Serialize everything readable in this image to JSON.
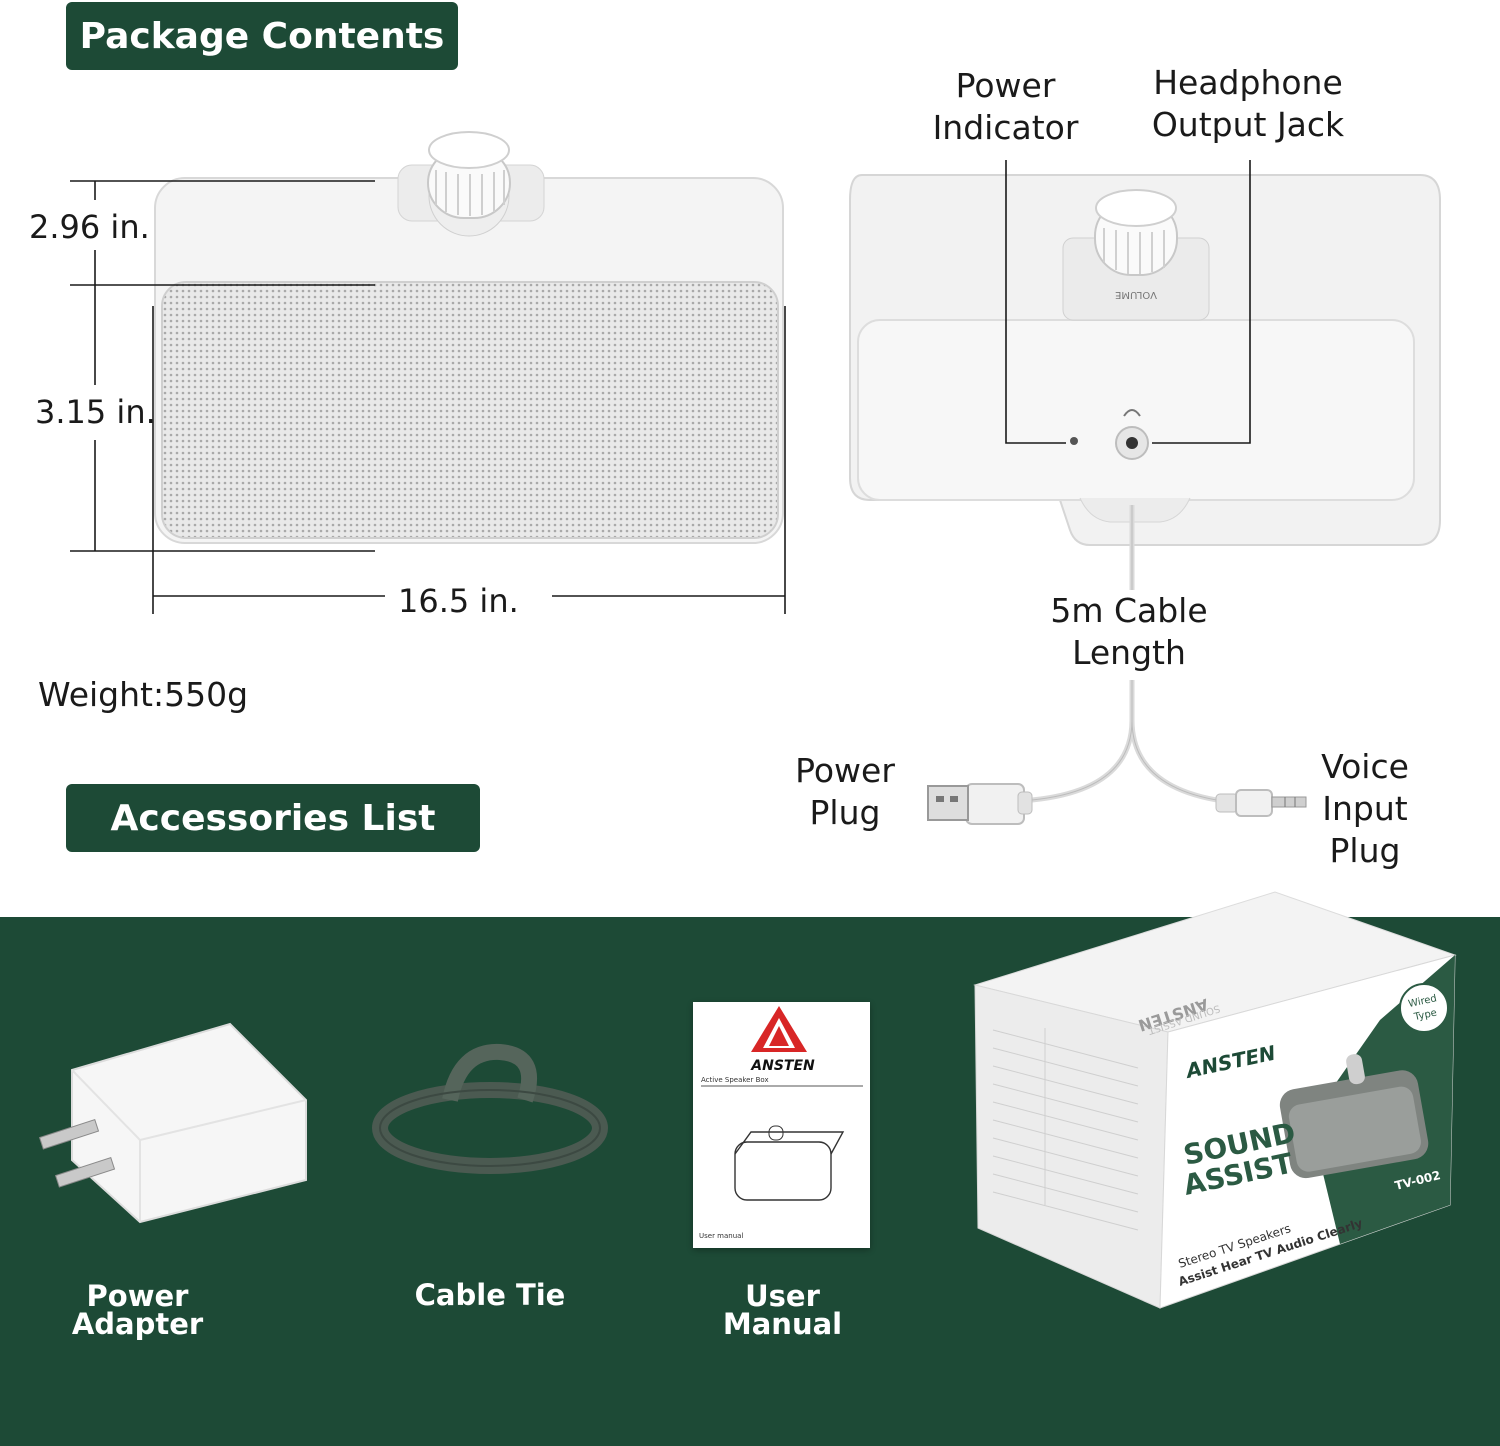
{
  "headers": {
    "package_contents": "Package Contents",
    "accessories_list": "Accessories List"
  },
  "dimensions": {
    "height_top": "2.96 in.",
    "height_front": "3.15 in.",
    "width": "16.5 in.",
    "weight": "Weight:550g"
  },
  "callouts": {
    "power_indicator": [
      "Power",
      "Indicator"
    ],
    "headphone_jack": [
      "Headphone",
      "Output Jack"
    ],
    "cable_length": [
      "5m Cable",
      "Length"
    ],
    "power_plug": [
      "Power",
      "Plug"
    ],
    "voice_input": [
      "Voice",
      "Input",
      "Plug"
    ]
  },
  "speaker": {
    "knob_label": "VOLUME"
  },
  "accessories": [
    {
      "label_lines": [
        "Power",
        "Adapter"
      ]
    },
    {
      "label_lines": [
        "Cable Tie"
      ]
    },
    {
      "label_lines": [
        "User",
        "Manual"
      ]
    }
  ],
  "manual": {
    "brand": "ANSTEN",
    "subtitle": "Active Speaker Box",
    "footer": "User manual"
  },
  "box": {
    "brand": "ANSTEN",
    "product_line1": "SOUND",
    "product_line2": "ASSIST",
    "badge_line1": "Wired",
    "badge_line2": "Type",
    "model": "TV-002",
    "tagline1": "Stereo TV Speakers",
    "tagline2": "Assist Hear TV Audio Clearly",
    "top_brand": "ANSTEN",
    "top_sub": "SOUND ASSIST"
  },
  "colors": {
    "brand_green": "#1d4a36",
    "white": "#ffffff"
  }
}
